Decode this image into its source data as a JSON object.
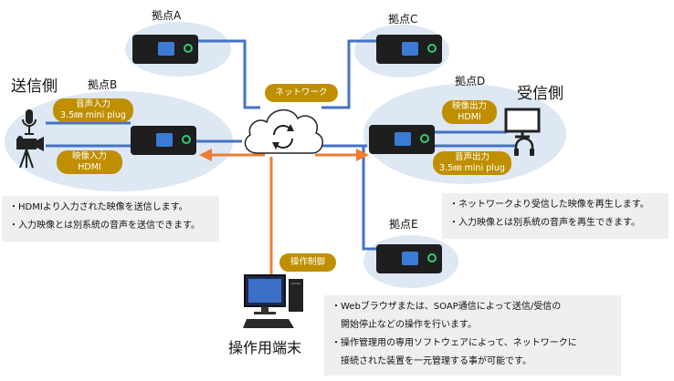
{
  "colors": {
    "network_line": "#4472c4",
    "control_line": "#ed7d31",
    "pill_bg": "#bf8f00",
    "ellipse_bg": "#dde8f4",
    "note_bg": "#efefef",
    "device_body": "#1e1e1e"
  },
  "sites": {
    "a": "拠点A",
    "b": "拠点B",
    "c": "拠点C",
    "d": "拠点D",
    "e": "拠点E"
  },
  "sides": {
    "sender": "送信側",
    "receiver": "受信側"
  },
  "pills": {
    "network": "ネットワーク",
    "control": "操作制御",
    "b_audio_in": [
      "音声入力",
      "3.5㎜ mini plug"
    ],
    "b_video_in": [
      "映像入力",
      "HDMI"
    ],
    "d_video_out": [
      "映像出力",
      "HDMI"
    ],
    "d_audio_out": [
      "音声出力",
      "3.5㎜ mini plug"
    ]
  },
  "notes": {
    "sender": [
      "・HDMIより入力された映像を送信します。",
      "・入力映像とは別系統の音声を送信できます。"
    ],
    "receiver": [
      "・ネットワークより受信した映像を再生します。",
      "・入力映像とは別系統の音声を再生できます。"
    ],
    "terminal": [
      "・Webブラウザまたは、SOAP通信によって送信/受信の",
      "　開始停止などの操作を行います。",
      "・操作管理用の専用ソフトウェアによって、ネットワークに",
      "　接続された装置を一元管理する事が可能です。"
    ]
  },
  "terminal_label": "操作用端末",
  "icons": {
    "cloud": "cloud-refresh-icon",
    "microphone": "microphone-icon",
    "camera": "video-camera-icon",
    "monitor": "monitor-icon",
    "headphones": "headphones-icon",
    "computer": "desktop-computer-icon"
  }
}
